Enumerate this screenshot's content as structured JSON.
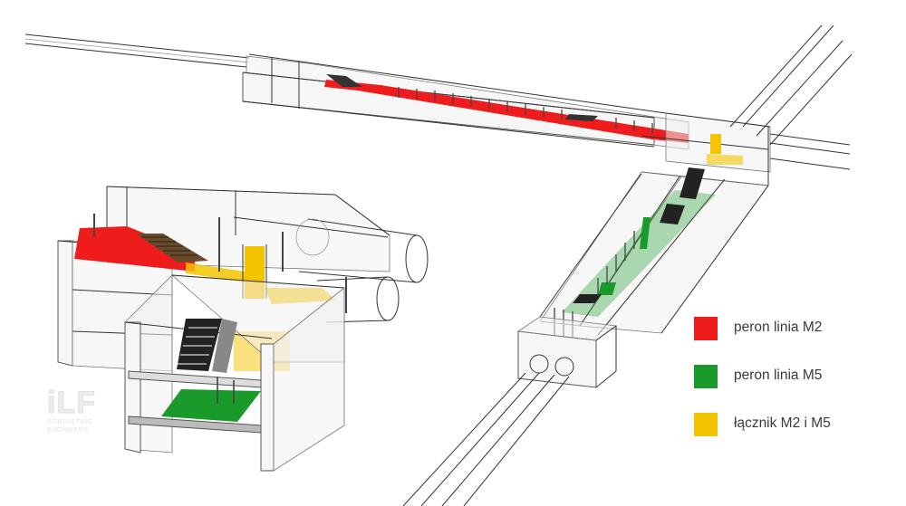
{
  "legend": [
    {
      "label": "peron linia M2",
      "color": "#ee1c1c"
    },
    {
      "label": "peron linia M5",
      "color": "#1a9a2a"
    },
    {
      "label": "łącznik M2 i M5",
      "color": "#f5c400"
    }
  ],
  "logo": {
    "mark": "iLF",
    "line1": "CONSULTING",
    "line2": "ENGINEERS"
  },
  "colors": {
    "m2_platform": "#ee1c1c",
    "m5_platform": "#1a9a2a",
    "connector": "#f5c400",
    "structure": "#333333"
  }
}
